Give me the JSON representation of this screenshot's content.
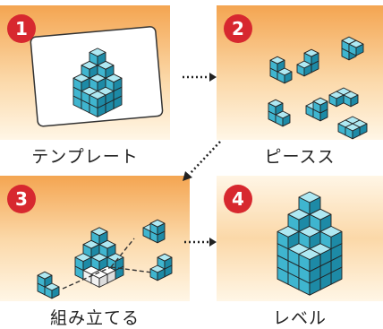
{
  "colors": {
    "cube_top": "#aee8f2",
    "cube_front": "#3fb5cf",
    "cube_side": "#1d8aa6",
    "badge": "#d7282f",
    "gradient_light": "#fff6e6",
    "gradient_dark": "#f4a551"
  },
  "steps": [
    {
      "number": "1",
      "label": "テンプレート"
    },
    {
      "number": "2",
      "label": "ピースス"
    },
    {
      "number": "3",
      "label": "組み立てる"
    },
    {
      "number": "4",
      "label": "レベル"
    }
  ],
  "connectors": [
    "arrow-right",
    "arrow-down-left",
    "arrow-right"
  ]
}
